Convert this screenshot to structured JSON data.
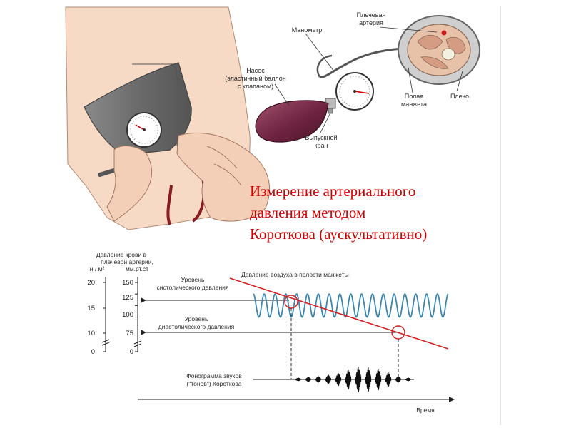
{
  "title_lines": [
    "Измерение артериального",
    "давления методом",
    "Короткова (аускультативно)"
  ],
  "device_labels": {
    "manometer": "Манометр",
    "brachial_artery_1": "Плечевая",
    "brachial_artery_2": "артерия",
    "pump_1": "Насос",
    "pump_2": "(эластичный баллон",
    "pump_3": "с клапаном)",
    "hollow_cuff_1": "Полая",
    "hollow_cuff_2": "манжета",
    "shoulder": "Плечо",
    "release_valve_1": "Выпускной",
    "release_valve_2": "кран"
  },
  "graph": {
    "axis_left_title_1": "Давление крови в",
    "axis_left_title_2": "плечевой артерии,",
    "axis_left_unit_1": "н / м²",
    "axis_left_unit_2": "мм.рт.ст",
    "cuff_pressure_label": "Давление воздуха в полости манжеты",
    "systolic_label_1": "Уровень",
    "systolic_label_2": "систолического давления",
    "diastolic_label_1": "Уровень",
    "diastolic_label_2": "диастолического давления",
    "phonogram_label_1": "Фонограмма звуков",
    "phonogram_label_2": "(\"тонов\") Короткова",
    "time_label": "Время",
    "left_ticks": [
      "20",
      "15",
      "10",
      "0"
    ],
    "mmhg_ticks": [
      "150",
      "125",
      "100",
      "75",
      "0"
    ]
  },
  "chart_data": {
    "type": "line",
    "xlabel": "Время",
    "ylabel": "мм.рт.ст",
    "ylim": [
      0,
      150
    ],
    "systolic": 125,
    "diastolic": 75,
    "series": [
      {
        "name": "Давление воздуха в полости манжеты",
        "start": 160,
        "end": 50
      }
    ]
  },
  "colors": {
    "title": "#d40000",
    "pulse_wave": "#3a86b0",
    "cuff_line": "#d42020",
    "cuff": "#6b6b6b",
    "bulb": "#6e2340",
    "skin": "#f3d2bc"
  }
}
